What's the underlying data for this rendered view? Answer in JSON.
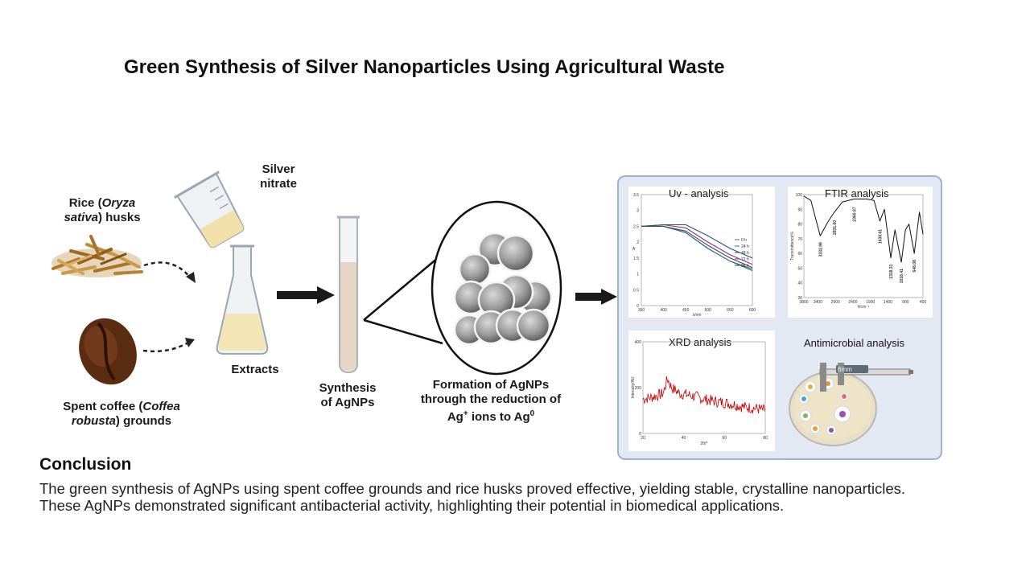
{
  "title": "Green Synthesis of Silver Nanoparticles Using Agricultural Waste",
  "labels": {
    "rice_pre": "Rice (",
    "rice_it": "Oryza",
    "rice_it2": "sativa",
    "rice_post": ") husks",
    "silver_l1": "Silver",
    "silver_l2": "nitrate",
    "extracts": "Extracts",
    "coffee_pre": "Spent coffee (",
    "coffee_it": "Coffea",
    "coffee_it2": "robusta",
    "coffee_post": ") grounds",
    "synth_l1": "Synthesis",
    "synth_l2": "of AgNPs",
    "form_l1": "Formation of AgNPs",
    "form_l2": "through the reduction of",
    "form_l3a": "Ag",
    "form_l3sup": "+",
    "form_l3b": " ions to Ag",
    "form_l3sup2": "0"
  },
  "panels": {
    "uv": {
      "title": "Uv - analysis",
      "xlabel": "λ/nm",
      "ylabel": "A",
      "yticks": [
        "3.5",
        "3",
        "2.5",
        "2",
        "1.5",
        "1",
        "0.5",
        "0"
      ],
      "xticks": [
        "350",
        "400",
        "450",
        "500",
        "550",
        "600"
      ],
      "legend": [
        "0 h",
        "24 h",
        "48 h",
        "72 h",
        "96 h"
      ]
    },
    "ftir": {
      "title": "FTIR analysis",
      "ylabel": "Transmittance%",
      "xlabel": "ṽ/cm⁻¹",
      "yticks": [
        "100",
        "90",
        "80",
        "70",
        "60",
        "50",
        "40",
        "30"
      ],
      "xticks": [
        "3800",
        "3400",
        "2900",
        "2400",
        "1900",
        "1400",
        "900",
        "400"
      ],
      "peaks": [
        "3332.99",
        "2931.60",
        "2360.87",
        "1630.61",
        "1318.31",
        "1018.41",
        "648.08"
      ]
    },
    "xrd": {
      "title": "XRD analysis",
      "ylabel": "Intensity/AU",
      "xlabel": "2θ/°",
      "yticks": [
        "400",
        "200",
        "0"
      ],
      "xticks": [
        "20",
        "40",
        "60",
        "80"
      ]
    },
    "antimicrobial": {
      "title": "Antimicrobial analysis",
      "caliper": "6mm"
    }
  },
  "chart_data": [
    {
      "type": "line",
      "title": "Uv - analysis",
      "xlabel": "λ/nm",
      "ylabel": "A",
      "xlim": [
        350,
        600
      ],
      "ylim": [
        0,
        3.5
      ],
      "x": [
        350,
        400,
        450,
        500,
        550,
        600
      ],
      "series": [
        {
          "name": "0 h",
          "values": [
            2.5,
            2.5,
            2.3,
            1.8,
            1.4,
            1.1
          ]
        },
        {
          "name": "24 h",
          "values": [
            2.5,
            2.5,
            2.3,
            1.8,
            1.4,
            1.15
          ]
        },
        {
          "name": "48 h",
          "values": [
            2.5,
            2.5,
            2.35,
            1.9,
            1.5,
            1.2
          ]
        },
        {
          "name": "72 h",
          "values": [
            2.5,
            2.55,
            2.45,
            2.0,
            1.6,
            1.3
          ]
        },
        {
          "name": "96 h",
          "values": [
            2.5,
            2.55,
            2.55,
            2.2,
            1.8,
            1.5
          ]
        }
      ]
    },
    {
      "type": "line",
      "title": "FTIR analysis",
      "xlabel": "ṽ/cm⁻¹",
      "ylabel": "Transmittance%",
      "xlim": [
        3800,
        400
      ],
      "ylim": [
        30,
        100
      ],
      "x": [
        3800,
        3600,
        3332.99,
        3100,
        2931.6,
        2700,
        2360.87,
        2000,
        1800,
        1630.61,
        1500,
        1318.31,
        1200,
        1018.41,
        900,
        800,
        648.08,
        500,
        400
      ],
      "series": [
        {
          "name": "",
          "values": [
            99,
            96,
            72,
            82,
            88,
            95,
            97,
            97,
            96,
            82,
            90,
            57,
            76,
            54,
            76,
            80,
            60,
            88,
            73
          ]
        }
      ]
    },
    {
      "type": "line",
      "title": "XRD analysis",
      "xlabel": "2θ/°",
      "ylabel": "Intensity/AU",
      "xlim": [
        20,
        80
      ],
      "ylim": [
        0,
        400
      ],
      "x": [
        20,
        25,
        30,
        32,
        34,
        38,
        44,
        50,
        55,
        60,
        65,
        70,
        75,
        80
      ],
      "series": [
        {
          "name": "",
          "values": [
            150,
            160,
            175,
            240,
            200,
            175,
            165,
            150,
            140,
            135,
            125,
            115,
            110,
            100
          ]
        }
      ]
    }
  ]
}
